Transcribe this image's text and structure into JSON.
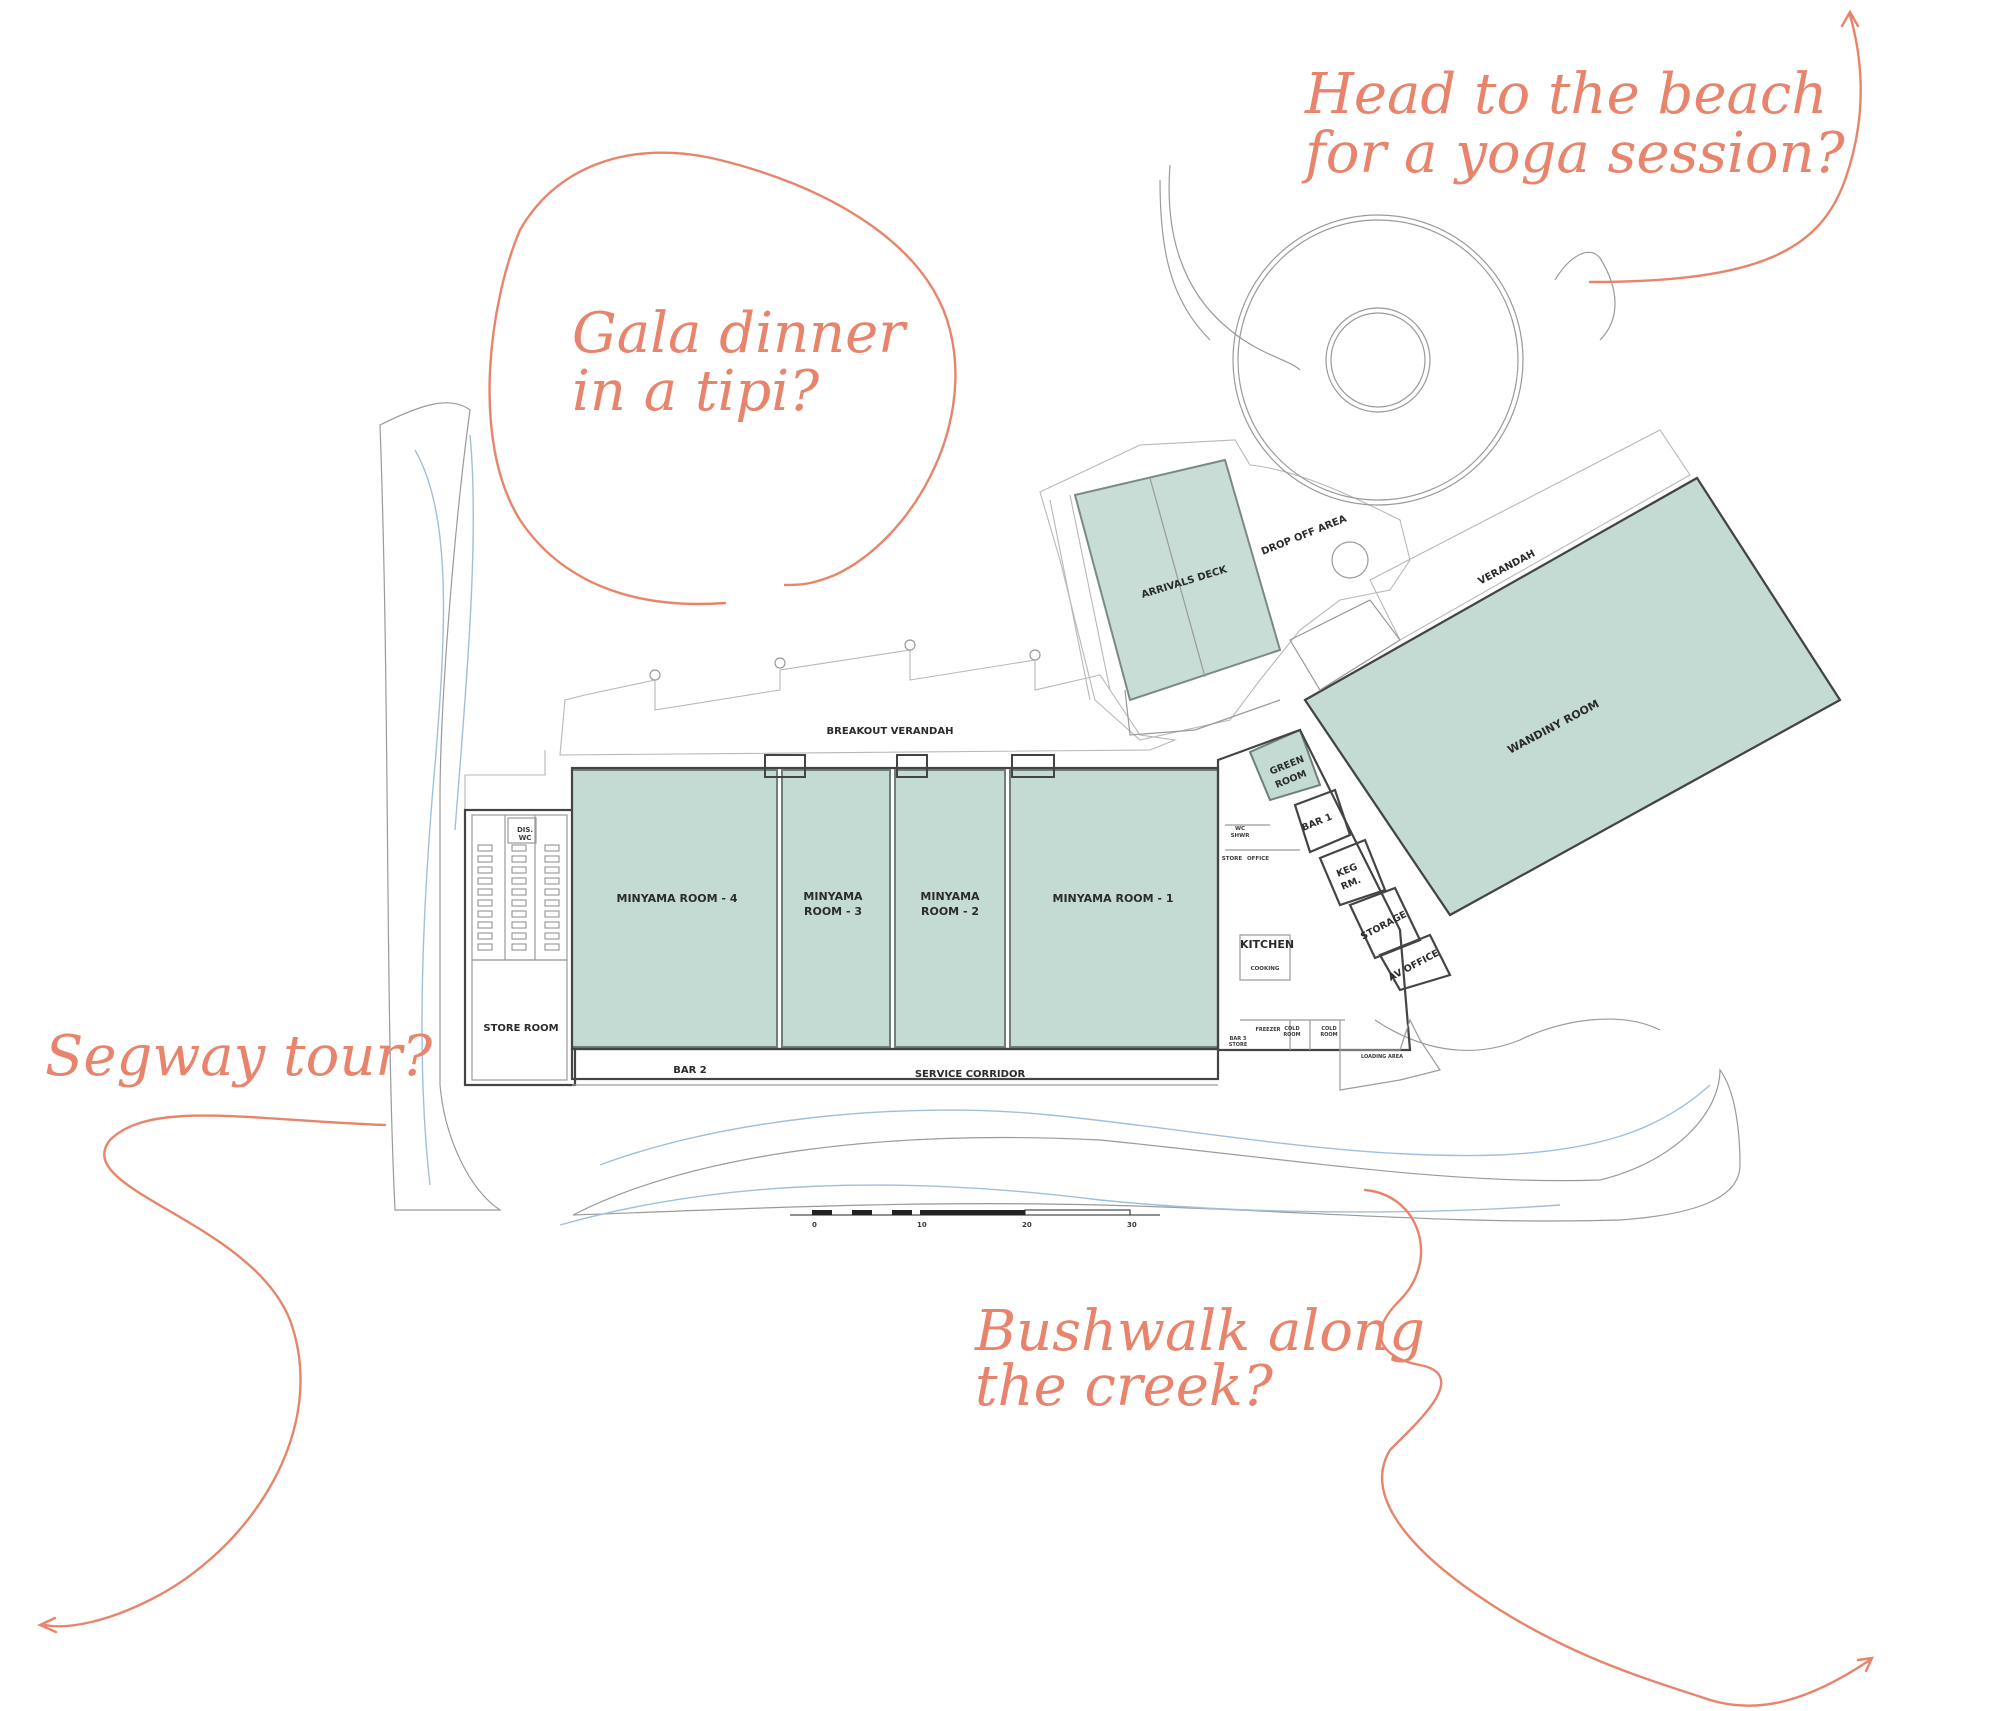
{
  "annotations": {
    "beach": [
      "Head to the beach",
      "for a yoga session?"
    ],
    "tipi": [
      "Gala dinner",
      "in a tipi?"
    ],
    "segway": "Segway tour?",
    "bushwalk": [
      "Bushwalk along",
      "the creek?"
    ]
  },
  "rooms": {
    "minyama_4": "MINYAMA ROOM - 4",
    "minyama_3": [
      "MINYAMA",
      "ROOM - 3"
    ],
    "minyama_2": [
      "MINYAMA",
      "ROOM - 2"
    ],
    "minyama_1": "MINYAMA ROOM - 1",
    "wandiny": "WANDINY ROOM",
    "arrivals": "ARRIVALS DECK",
    "green": [
      "GREEN",
      "ROOM"
    ],
    "store": "STORE ROOM",
    "kitchen": "KITCHEN"
  },
  "areas": {
    "breakout": "BREAKOUT VERANDAH",
    "verandah": "VERANDAH",
    "drop_off": "DROP OFF AREA",
    "service_corridor": "SERVICE CORRIDOR",
    "bar2": "BAR 2",
    "bar1": "BAR 1",
    "keg": [
      "KEG",
      "RM."
    ],
    "storage": "STORAGE",
    "av_office": "AV OFFICE",
    "dis_wc": [
      "DIS.",
      "WC"
    ],
    "wc_shwr": [
      "WC",
      "SHWR"
    ],
    "store_small": "STORE",
    "office": "OFFICE",
    "cooking": "COOKING",
    "freezer": "FREEZER",
    "cold_room_a": [
      "COLD",
      "ROOM"
    ],
    "cold_room_b": [
      "COLD",
      "ROOM"
    ],
    "bar3": [
      "BAR 3",
      "STORE"
    ],
    "loading": "LOADING AREA"
  },
  "scale_bar": {
    "ticks": [
      "0",
      "10",
      "20",
      "30"
    ]
  },
  "colors": {
    "room_fill": "#c3dbd3",
    "annotation": "#e8846b",
    "creek": "#9fc0dc"
  }
}
